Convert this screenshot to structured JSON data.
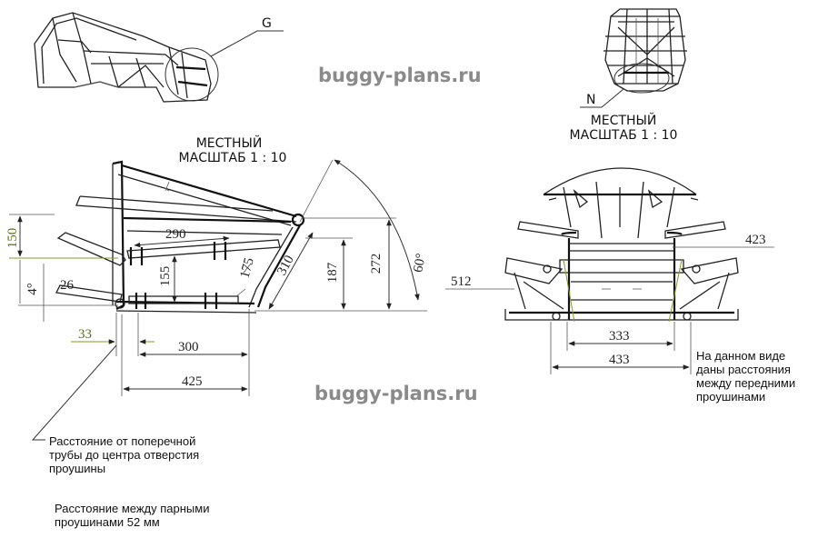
{
  "watermarks": [
    "buggy-plans.ru",
    "buggy-plans.ru"
  ],
  "callouts": {
    "g": "G",
    "n": "N"
  },
  "scale_left": {
    "line1": "МЕСТНЫЙ",
    "line2": "МАСШТАБ 1 : 10"
  },
  "scale_right": {
    "line1": "МЕСТНЫЙ",
    "line2": "МАСШТАБ 1 : 10"
  },
  "dims_left": {
    "d150": "150",
    "d4deg": "4°",
    "d26": "26",
    "d290": "290",
    "d155": "155",
    "d175": "175",
    "d310": "310",
    "d187": "187",
    "d272": "272",
    "d60deg": "60°",
    "d33": "33",
    "d300": "300",
    "d425": "425"
  },
  "dims_right": {
    "d423": "423",
    "d512": "512",
    "d333": "333",
    "d433": "433"
  },
  "notes": {
    "right_1": "На данном виде",
    "right_2": "даны расстояния",
    "right_3": "между передними",
    "right_4": "проушинами",
    "tube_1": "Расстояние от поперечной",
    "tube_2": "трубы до центра отверстия",
    "tube_3": "проушины",
    "pair_1": "Расстояние между парными",
    "pair_2": "проушинами 52 мм"
  }
}
